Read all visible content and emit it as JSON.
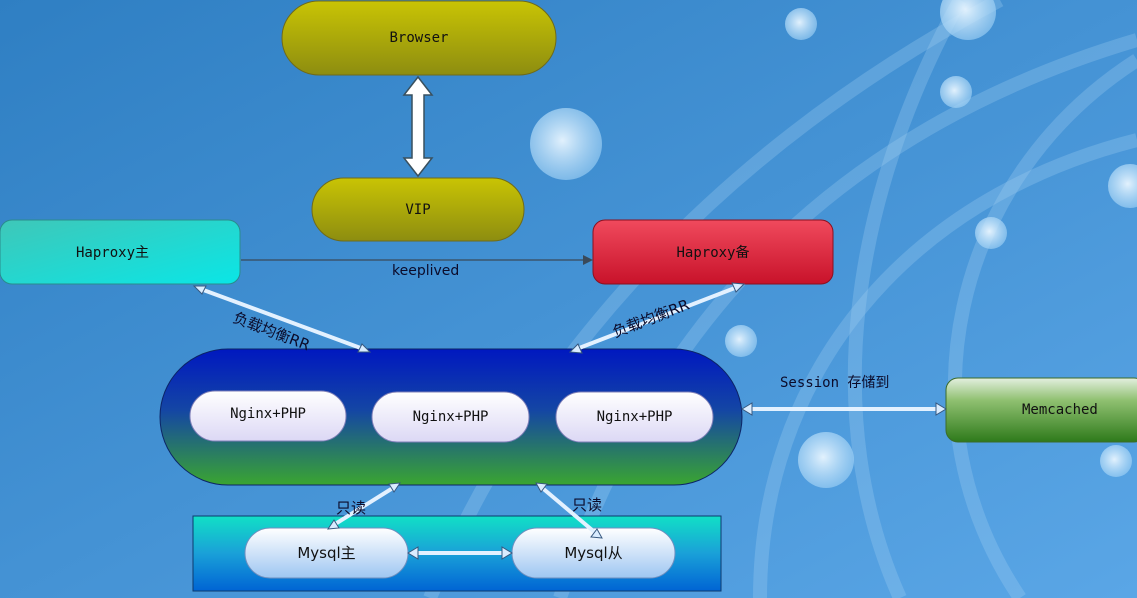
{
  "nodes": {
    "browser": "Browser",
    "vip": "VIP",
    "haproxy_master": "Haproxy主",
    "haproxy_backup": "Haproxy备",
    "nginx_php_1": "Nginx+PHP",
    "nginx_php_2": "Nginx+PHP",
    "nginx_php_3": "Nginx+PHP",
    "memcached": "Memcached",
    "mysql_master": "Mysql主",
    "mysql_slave": "Mysql从"
  },
  "edge_labels": {
    "keepalived": "keeplived",
    "lb_left": "负载均衡RR",
    "lb_right": "负载均衡RR",
    "session": "Session 存储到",
    "readonly_left": "只读",
    "readonly_right": "只读"
  }
}
